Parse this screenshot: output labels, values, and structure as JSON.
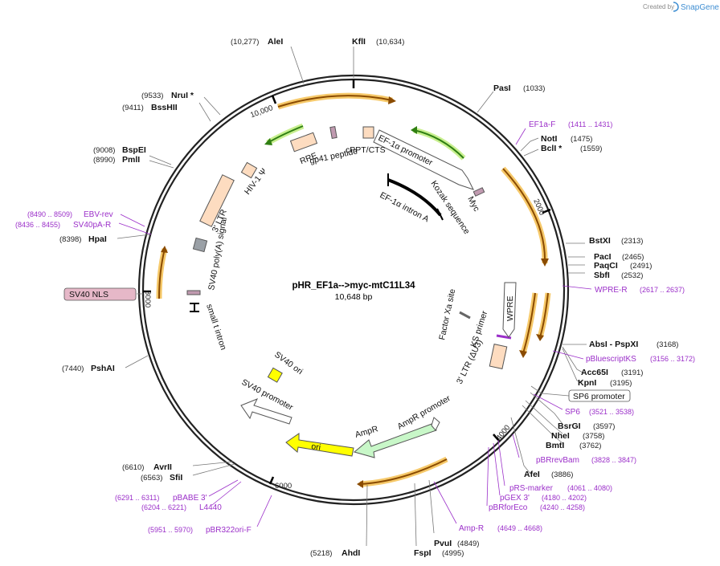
{
  "credit": {
    "created_by": "Created by",
    "brand": "SnapGene"
  },
  "plasmid": {
    "name": "pHR_EF1a-->myc-mtC11L34",
    "size_label": "10,648 bp",
    "length": 10648
  },
  "ticks": [
    "2000",
    "4000",
    "6000",
    "8000",
    "10,000"
  ],
  "colors": {
    "feature_fill": "#fddcc0",
    "arrow_fill": "#ffffff",
    "amp_fill": "#c8f7c8",
    "ori_fill": "#ffff00",
    "primer": "#9b2fc9",
    "outer_arrow": "#c8790a"
  },
  "sites": [
    {
      "pos_text": "(10,634)",
      "name": "KflI"
    },
    {
      "pos_text": "(10,277)",
      "name": "AleI"
    },
    {
      "pos_text": "(1033)",
      "name": "PasI"
    },
    {
      "pos_text": "(1475)",
      "name": "NotI"
    },
    {
      "pos_text": "(1559)",
      "name": "BclI *"
    },
    {
      "pos_text": "(2313)",
      "name": "BstXI"
    },
    {
      "pos_text": "(2465)",
      "name": "PacI"
    },
    {
      "pos_text": "(2491)",
      "name": "PaqCI"
    },
    {
      "pos_text": "(2532)",
      "name": "SbfI"
    },
    {
      "pos_text": "(3168)",
      "name": "AbsI  - PspXI"
    },
    {
      "pos_text": "(3191)",
      "name": "Acc65I"
    },
    {
      "pos_text": "(3195)",
      "name": "KpnI"
    },
    {
      "pos_text": "(3597)",
      "name": "BsrGI"
    },
    {
      "pos_text": "(3758)",
      "name": "NheI"
    },
    {
      "pos_text": "(3762)",
      "name": "BmtI"
    },
    {
      "pos_text": "(3886)",
      "name": "AfeI"
    },
    {
      "pos_text": "(4849)",
      "name": "PvuI"
    },
    {
      "pos_text": "(4995)",
      "name": "FspI"
    },
    {
      "pos_text": "(5218)",
      "name": "AhdI"
    },
    {
      "pos_text": "(6563)",
      "name": "SfiI"
    },
    {
      "pos_text": "(6610)",
      "name": "AvrII"
    },
    {
      "pos_text": "(7440)",
      "name": "PshAI"
    },
    {
      "pos_text": "(8398)",
      "name": "HpaI"
    },
    {
      "pos_text": "(8990)",
      "name": "PmlI"
    },
    {
      "pos_text": "(9008)",
      "name": "BspEI"
    },
    {
      "pos_text": "(9411)",
      "name": "BssHII"
    },
    {
      "pos_text": "(9533)",
      "name": "NruI *"
    }
  ],
  "primers": [
    {
      "name": "EF1a-F",
      "range": "(1411 .. 1431)"
    },
    {
      "name": "WPRE-R",
      "range": "(2617 .. 2637)"
    },
    {
      "name": "pBluescriptKS",
      "range": "(3156 .. 3172)"
    },
    {
      "name": "SP6",
      "range": "(3521 .. 3538)"
    },
    {
      "name": "pBRrevBam",
      "range": "(3828 .. 3847)"
    },
    {
      "name": "pRS-marker",
      "range": "(4061 .. 4080)"
    },
    {
      "name": "pGEX 3'",
      "range": "(4180 .. 4202)"
    },
    {
      "name": "pBRforEco",
      "range": "(4240 .. 4258)"
    },
    {
      "name": "Amp-R",
      "range": "(4649 .. 4668)"
    },
    {
      "name": "pBR322ori-F",
      "range": "(5951 .. 5970)"
    },
    {
      "name": "L4440",
      "range": "(6204 .. 6221)"
    },
    {
      "name": "pBABE 3'",
      "range": "(6291 .. 6311)"
    },
    {
      "name": "SV40pA-R",
      "range": "(8436 .. 8455)"
    },
    {
      "name": "EBV-rev",
      "range": "(8490 .. 8509)"
    }
  ],
  "boxed_labels": {
    "sp6_promoter": "SP6 promoter",
    "sv40_nls": "SV40 NLS"
  },
  "features": {
    "ef1a_promoter": "EF-1α promoter",
    "cppt_cts": "cPPT/CTS",
    "rre": "RRE",
    "gp41": "gp41 peptide",
    "hiv_psi": "HIV-1 Ψ",
    "ltr5": "3' LTR",
    "sv40_polya": "SV40 poly(A) signal",
    "small_t": "small t intron",
    "sv40_ori": "SV40 ori",
    "sv40_promoter": "SV40 promoter",
    "ori": "ori",
    "ampr": "AmpR",
    "ampr_promoter": "AmpR promoter",
    "ltr3": "3' LTR (ΔU3)",
    "ks_primer": "KS primer",
    "factor_xa": "Factor Xa site",
    "wpre": "WPRE",
    "ef1a_intron": "EF-1α intron A",
    "kozak": "Kozak sequence",
    "myc": "Myc"
  }
}
